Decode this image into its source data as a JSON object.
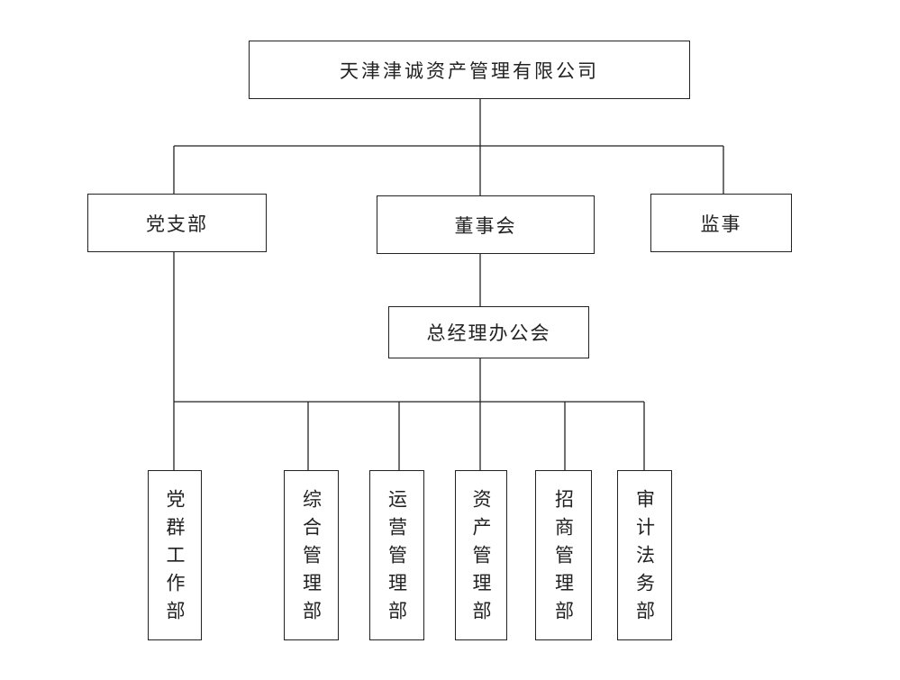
{
  "company": "天津津诚资产管理有限公司",
  "top_units": {
    "party_branch": "党支部",
    "board": "董事会",
    "supervisor": "监事"
  },
  "gm_office": "总经理办公会",
  "departments": [
    "党群工作部",
    "综合管理部",
    "运营管理部",
    "资产管理部",
    "招商管理部",
    "审计法务部"
  ],
  "line_color": "#222222"
}
